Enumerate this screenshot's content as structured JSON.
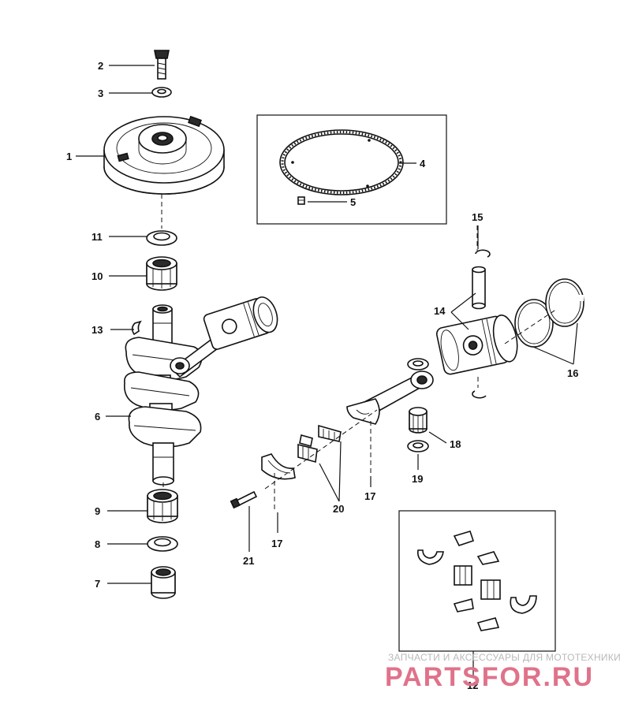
{
  "callouts": {
    "c1": "1",
    "c2": "2",
    "c3": "3",
    "c4": "4",
    "c5": "5",
    "c6": "6",
    "c7": "7",
    "c8": "8",
    "c9": "9",
    "c10": "10",
    "c11": "11",
    "c12": "12",
    "c13": "13",
    "c14": "14",
    "c15": "15",
    "c16": "16",
    "c17a": "17",
    "c17b": "17",
    "c18": "18",
    "c19": "19",
    "c20": "20",
    "c21": "21"
  },
  "watermark": {
    "tagline": "ЗАПЧАСТИ И АКСЕССУАРЫ ДЛЯ МОТОТЕХНИКИ",
    "brand": "PARTSFOR.RU"
  },
  "colors": {
    "ink": "#111111",
    "watermark_brand": "#e0728a",
    "watermark_tagline": "#b9b9b9"
  }
}
